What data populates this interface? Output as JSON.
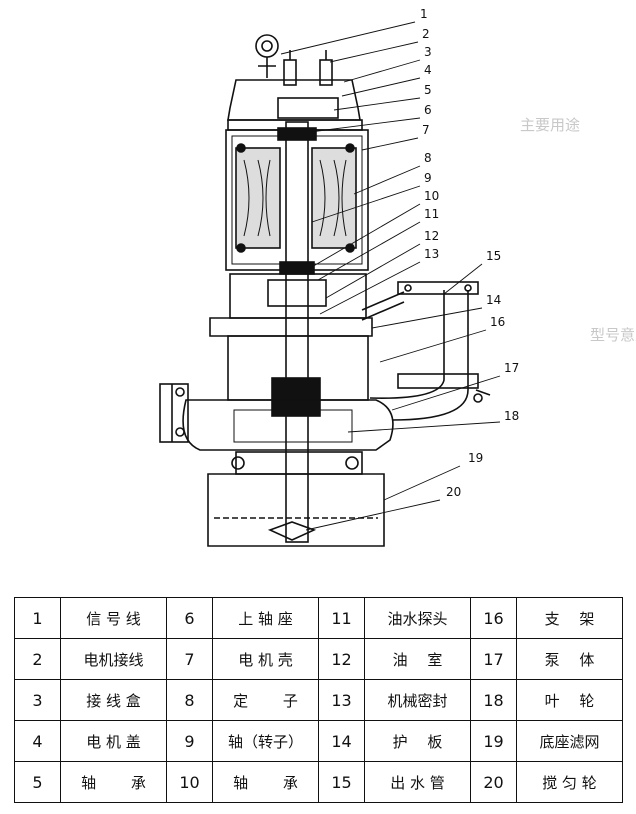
{
  "background_text": {
    "paragraph_lines": [
      "主要用途",
      "型号意义"
    ],
    "section_heading_1": "主要用途",
    "section_heading_2": "型号意义"
  },
  "callouts": [
    "1",
    "2",
    "3",
    "4",
    "5",
    "6",
    "7",
    "8",
    "9",
    "10",
    "11",
    "12",
    "13",
    "14",
    "15",
    "16",
    "17",
    "18",
    "19",
    "20"
  ],
  "parts_table": {
    "rows": [
      [
        {
          "num": "1",
          "name": "信 号 线"
        },
        {
          "num": "6",
          "name": "上 轴 座"
        },
        {
          "num": "11",
          "name": "油水探头"
        },
        {
          "num": "16",
          "name": "支　 架"
        }
      ],
      [
        {
          "num": "2",
          "name": "电机接线"
        },
        {
          "num": "7",
          "name": "电 机 壳"
        },
        {
          "num": "12",
          "name": "油　 室"
        },
        {
          "num": "17",
          "name": "泵　 体"
        }
      ],
      [
        {
          "num": "3",
          "name": "接 线 盒"
        },
        {
          "num": "8",
          "name": "定　 　子"
        },
        {
          "num": "13",
          "name": "机械密封"
        },
        {
          "num": "18",
          "name": "叶　 轮"
        }
      ],
      [
        {
          "num": "4",
          "name": "电 机 盖"
        },
        {
          "num": "9",
          "name": "轴（转子）"
        },
        {
          "num": "14",
          "name": "护　 板"
        },
        {
          "num": "19",
          "name": "底座滤网"
        }
      ],
      [
        {
          "num": "5",
          "name": "轴　 　承"
        },
        {
          "num": "10",
          "name": "轴　 　承"
        },
        {
          "num": "15",
          "name": "出 水 管"
        },
        {
          "num": "20",
          "name": "搅 匀 轮"
        }
      ]
    ]
  },
  "colors": {
    "ink": "#111111",
    "ghost_text": "#c8c8c8",
    "background": "#ffffff"
  }
}
